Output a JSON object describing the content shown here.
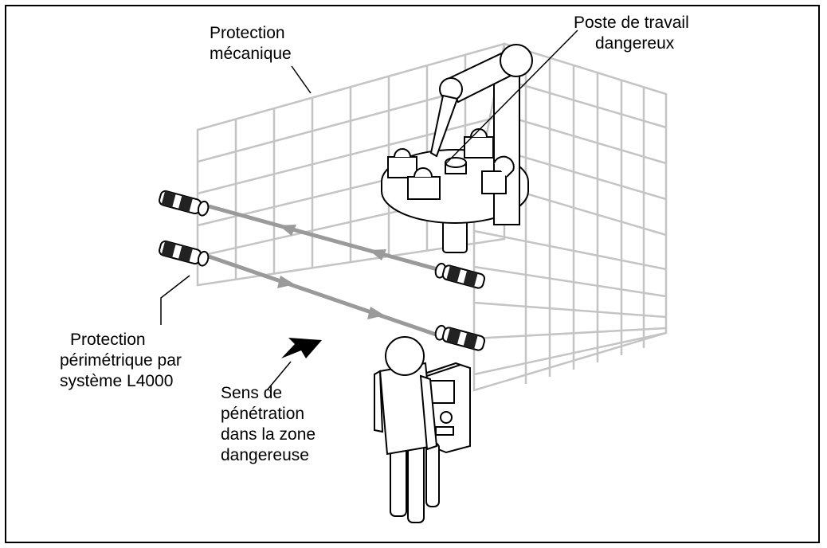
{
  "labels": {
    "mechanical_guard": [
      "Protection",
      "mécanique"
    ],
    "hazardous_workstation": [
      "Poste de travail",
      "dangereux"
    ],
    "perimeter_protection": [
      "Protection",
      "périmétrique par",
      "système L4000"
    ],
    "approach_direction": [
      "Sens de",
      "pénétration",
      "dans la zone",
      "dangereuse"
    ]
  },
  "colors": {
    "line": "#000000",
    "fence": "#c4c4c4",
    "beam": "#9a9a9a",
    "background": "#ffffff"
  },
  "icons": [
    "fence-grid",
    "robot-arm",
    "rotary-table",
    "light-beam-sensor",
    "operator-person",
    "control-panel",
    "direction-arrow"
  ]
}
